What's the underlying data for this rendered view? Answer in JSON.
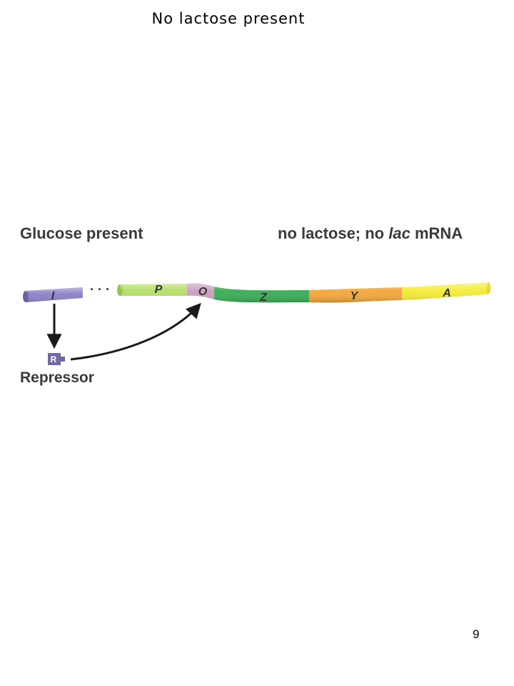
{
  "title": "No lactose present",
  "condition_left": "Glucose present",
  "condition_right": {
    "prefix": "no lactose; no ",
    "italic": "lac",
    "suffix": " mRNA"
  },
  "genes": {
    "i": "I",
    "p": "P",
    "o": "O",
    "z": "Z",
    "y": "Y",
    "a": "A"
  },
  "repressor_symbol": "R",
  "repressor_label": "Repressor",
  "dots": "· · ·",
  "page_number": "9",
  "colors": {
    "i_gene": "#8f84c8",
    "promoter": "#b5df6a",
    "operator": "#c9a2c2",
    "z_gene": "#3fae5a",
    "y_gene": "#f3a93e",
    "a_gene": "#f3ec3a",
    "repressor": "#7467a9",
    "arrow": "#1a1a1a"
  }
}
